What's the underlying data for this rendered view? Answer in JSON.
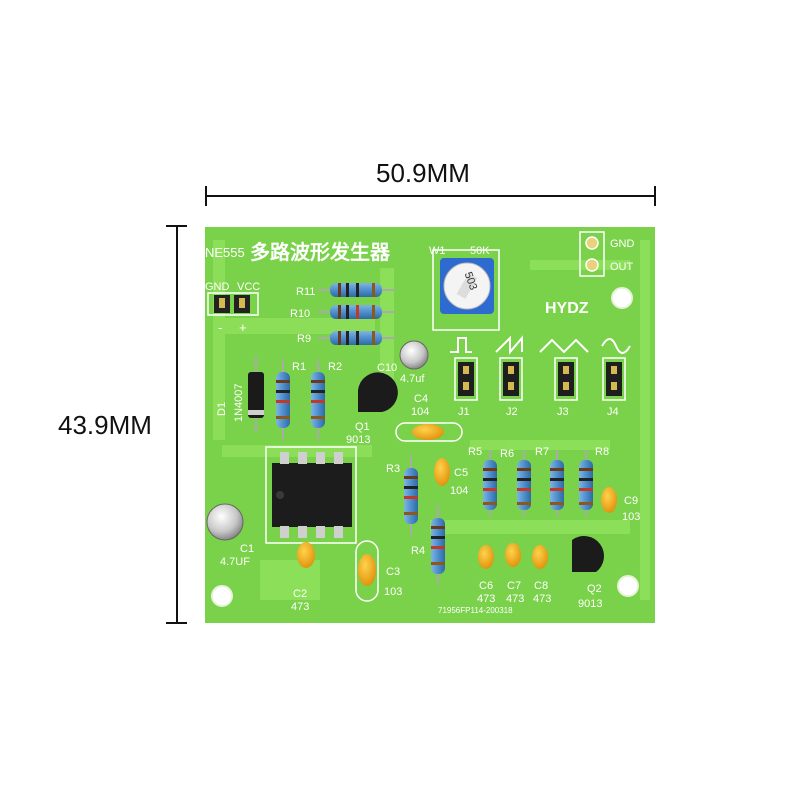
{
  "dimensions": {
    "width": "50.9MM",
    "height": "43.9MM"
  },
  "board": {
    "title_prefix": "NE555",
    "title_cn": "多路波形发生器",
    "brand": "HYDZ",
    "serial": "71956FP114-200318",
    "pcb_color": "#79d24a",
    "power_header": {
      "gnd": "GND",
      "vcc": "VCC",
      "minus": "-",
      "plus": "+"
    },
    "out_header": {
      "gnd": "GND",
      "out": "OUT"
    },
    "pot": {
      "ref": "W1",
      "value": "50K",
      "code": "503"
    },
    "resistors": [
      "R11",
      "R10",
      "R9",
      "R1",
      "R2",
      "R3",
      "R4",
      "R5",
      "R6",
      "R7",
      "R8"
    ],
    "diode": {
      "ref": "D1",
      "part": "1N4007"
    },
    "transistors": [
      {
        "ref": "Q1",
        "part": "9013"
      },
      {
        "ref": "Q2",
        "part": "9013"
      }
    ],
    "capacitors": {
      "c1": {
        "ref": "C1",
        "value": "4.7UF"
      },
      "c10": {
        "ref": "C10",
        "value": "4.7uf"
      },
      "c2": {
        "ref": "C2",
        "value": "473"
      },
      "c3": {
        "ref": "C3",
        "value": "103"
      },
      "c4": {
        "ref": "C4",
        "value": "104"
      },
      "c5": {
        "ref": "C5",
        "value": "104"
      },
      "c6": {
        "ref": "C6",
        "value": "473"
      },
      "c7": {
        "ref": "C7",
        "value": "473"
      },
      "c8": {
        "ref": "C8",
        "value": "473"
      },
      "c9": {
        "ref": "C9",
        "value": "103"
      }
    },
    "jumpers": [
      "J1",
      "J2",
      "J3",
      "J4"
    ],
    "waveform_icons": [
      "square-wave-icon",
      "sawtooth-wave-icon",
      "triangle-wave-icon",
      "sine-wave-icon"
    ]
  }
}
